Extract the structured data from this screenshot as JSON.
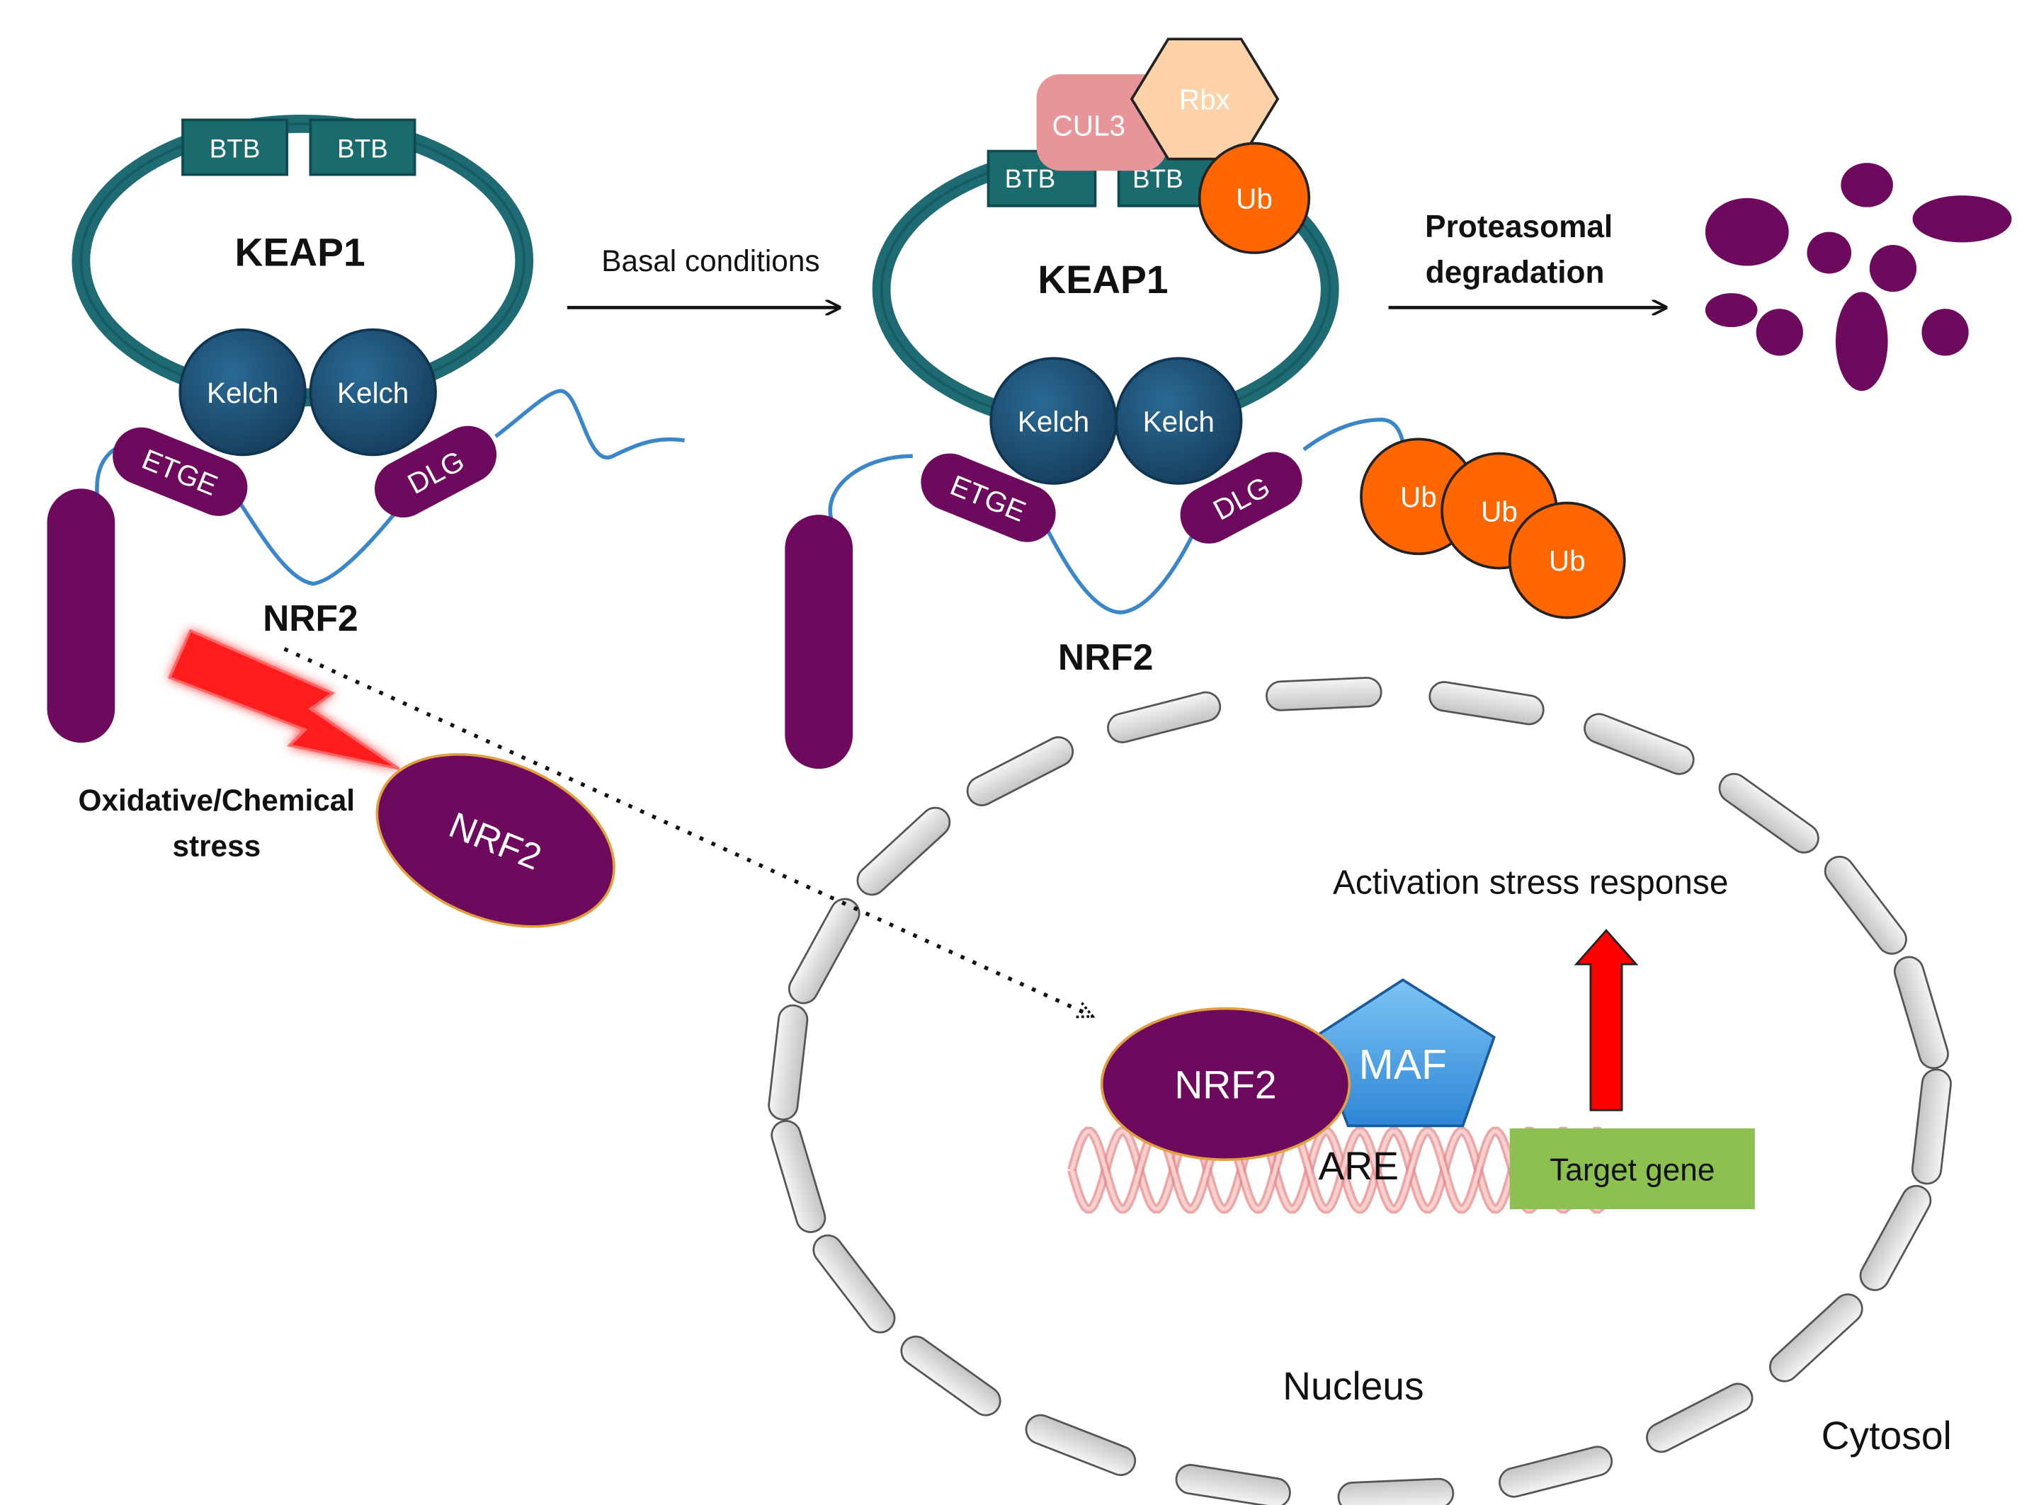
{
  "left": {
    "btb_1": "BTB",
    "btb_2": "BTB",
    "keap1": "KEAP1",
    "kelch_1": "Kelch",
    "kelch_2": "Kelch",
    "etge": "ETGE",
    "dlg": "DLG",
    "nrf2": "NRF2"
  },
  "arrow_basal_label": "Basal conditions",
  "middle": {
    "cul3": "CUL3",
    "rbx": "Rbx",
    "btb_1": "BTB",
    "btb_2": "BTB",
    "ub_top": "Ub",
    "keap1": "KEAP1",
    "kelch_1": "Kelch",
    "kelch_2": "Kelch",
    "etge": "ETGE",
    "dlg": "DLG",
    "ub_chain": [
      "Ub",
      "Ub",
      "Ub"
    ],
    "nrf2": "NRF2"
  },
  "arrow_degradation_label": [
    "Proteasomal",
    "degradation"
  ],
  "stress_label": [
    "Oxidative/Chemical",
    "stress"
  ],
  "free_nrf2": "NRF2",
  "nucleus": {
    "activation_label": "Activation stress response",
    "nrf2": "NRF2",
    "maf": "MAF",
    "are": "ARE",
    "target_gene": "Target gene",
    "nucleus_label": "Nucleus"
  },
  "cytosol_label": "Cytosol",
  "colors": {
    "keap1_ring": "#1e6b73",
    "btb_box": "#1a6b6e",
    "kelch": "#1c4b6e",
    "nrf2_purple": "#6e0a5e",
    "ub_orange": "#ff6600",
    "cul3_pink": "#e8959a",
    "rbx_peach": "#fdd2a8",
    "maf_blue": "#4aa3e8",
    "target_green": "#8cc152",
    "dna_pink": "#f2b5b5",
    "stress_red": "#ff1a1a",
    "membrane_grey": "#d9d9d9"
  }
}
